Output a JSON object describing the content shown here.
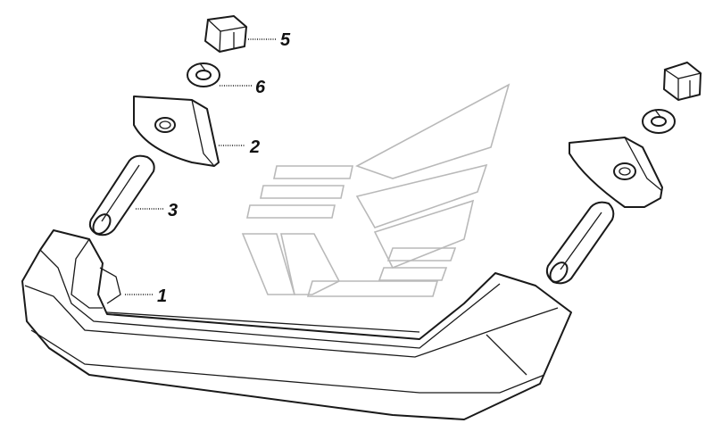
{
  "diagram": {
    "callouts": [
      {
        "id": "1",
        "label": "1"
      },
      {
        "id": "2",
        "label": "2"
      },
      {
        "id": "3",
        "label": "3"
      },
      {
        "id": "5",
        "label": "5"
      },
      {
        "id": "6",
        "label": "6"
      }
    ],
    "colors": {
      "line": "#1a1a1a",
      "watermark": "#b9b9b9",
      "background": "#ffffff"
    }
  }
}
